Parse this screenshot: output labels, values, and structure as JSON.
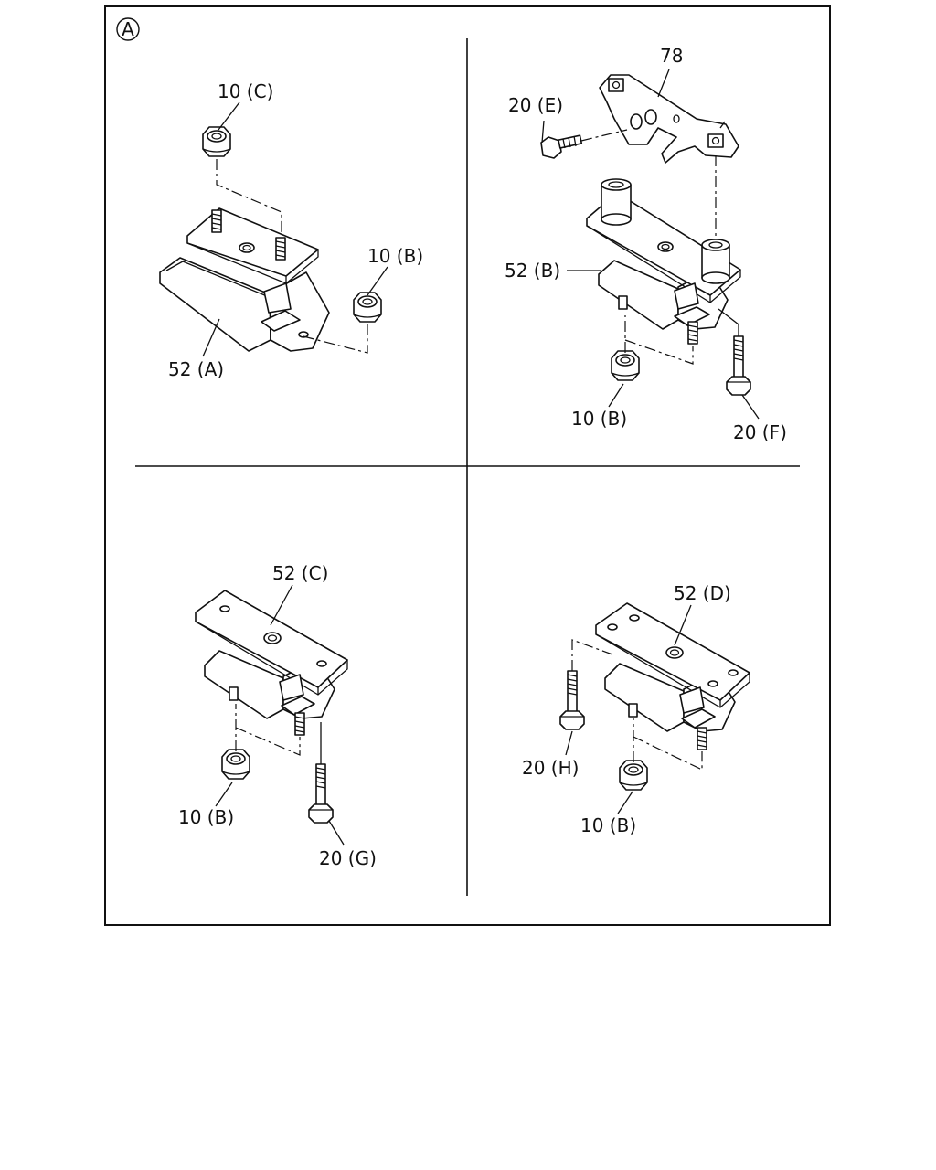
{
  "view_marker": "A",
  "panels": {
    "top_left": {
      "nut_top": "10 (C)",
      "nut_right": "10 (B)",
      "mount": "52 (A)"
    },
    "top_right": {
      "bracket": "78",
      "bolt_upper": "20 (E)",
      "mount": "52 (B)",
      "nut": "10 (B)",
      "bolt_lower": "20 (F)"
    },
    "bottom_left": {
      "mount": "52 (C)",
      "nut": "10 (B)",
      "bolt": "20 (G)"
    },
    "bottom_right": {
      "mount": "52 (D)",
      "bolt": "20 (H)",
      "nut": "10 (B)"
    }
  }
}
